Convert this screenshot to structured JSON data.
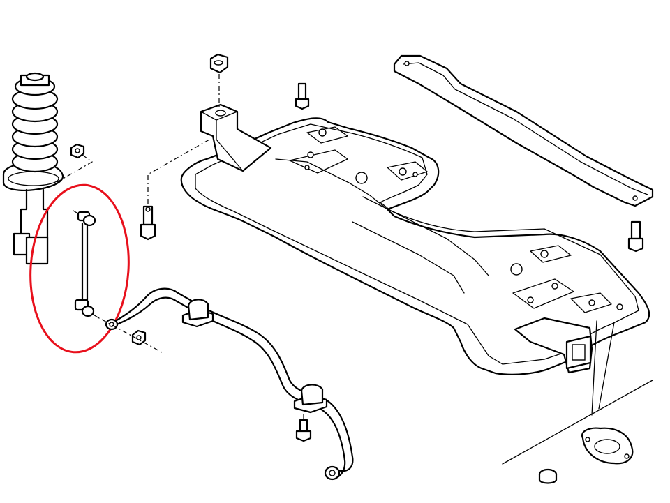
{
  "diagram": {
    "parts": [
      {
        "name": "strut-coil-spring-assembly"
      },
      {
        "name": "stabilizer-link-highlighted"
      },
      {
        "name": "stabilizer-bar"
      },
      {
        "name": "front-subframe-crossmember"
      },
      {
        "name": "rear-brace-bar"
      },
      {
        "name": "mounting-bolts"
      },
      {
        "name": "nuts"
      },
      {
        "name": "rubber-mount-plate"
      }
    ],
    "highlight": {
      "shape": "ellipse",
      "color": "#e8101c",
      "target": "stabilizer-link-highlighted"
    },
    "colors": {
      "line": "#000000",
      "background": "#ffffff",
      "highlight": "#e8101c"
    }
  }
}
